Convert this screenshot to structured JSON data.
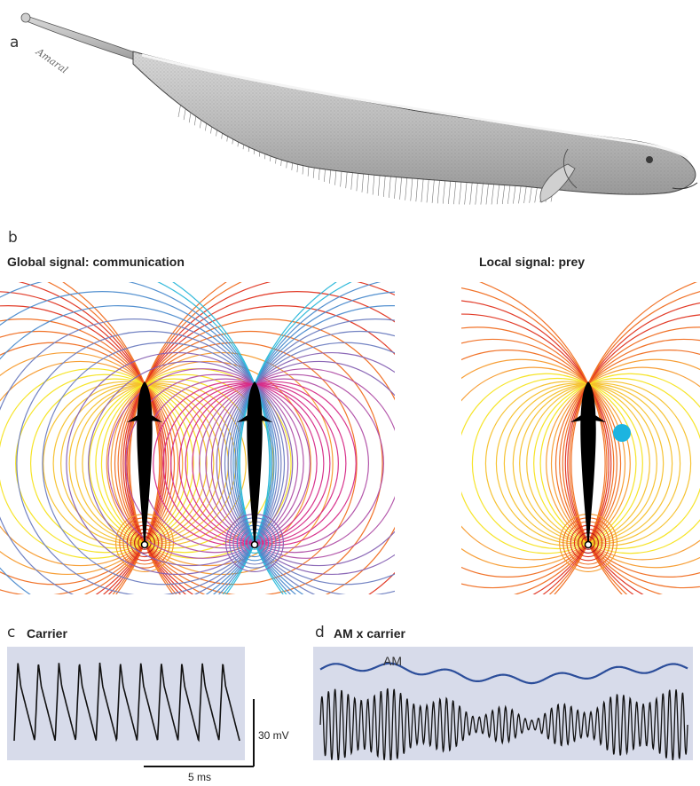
{
  "panels": {
    "a": {
      "letter": "a",
      "signature": "Amaral"
    },
    "b": {
      "letter": "b",
      "left_title": "Global signal: communication",
      "right_title": "Local signal: prey"
    },
    "c": {
      "letter": "c",
      "title": "Carrier",
      "scale_voltage": "30 mV",
      "scale_time": "5 ms"
    },
    "d": {
      "letter": "d",
      "title": "AM x carrier",
      "am_label": "AM"
    }
  },
  "colors": {
    "fish": "#000000",
    "prey": "#1cb4e0",
    "trace_bg": "#d7dbea",
    "am_trace": "#2b4d9a",
    "field_warm": [
      "#b8131a",
      "#e0321e",
      "#f06c1e",
      "#f79a2c",
      "#f5c02a",
      "#f6e31c"
    ],
    "field_cool": [
      "#d62a87",
      "#b04fa6",
      "#8661b3",
      "#6b7cc0",
      "#4b8bcd",
      "#28b6d9"
    ]
  }
}
